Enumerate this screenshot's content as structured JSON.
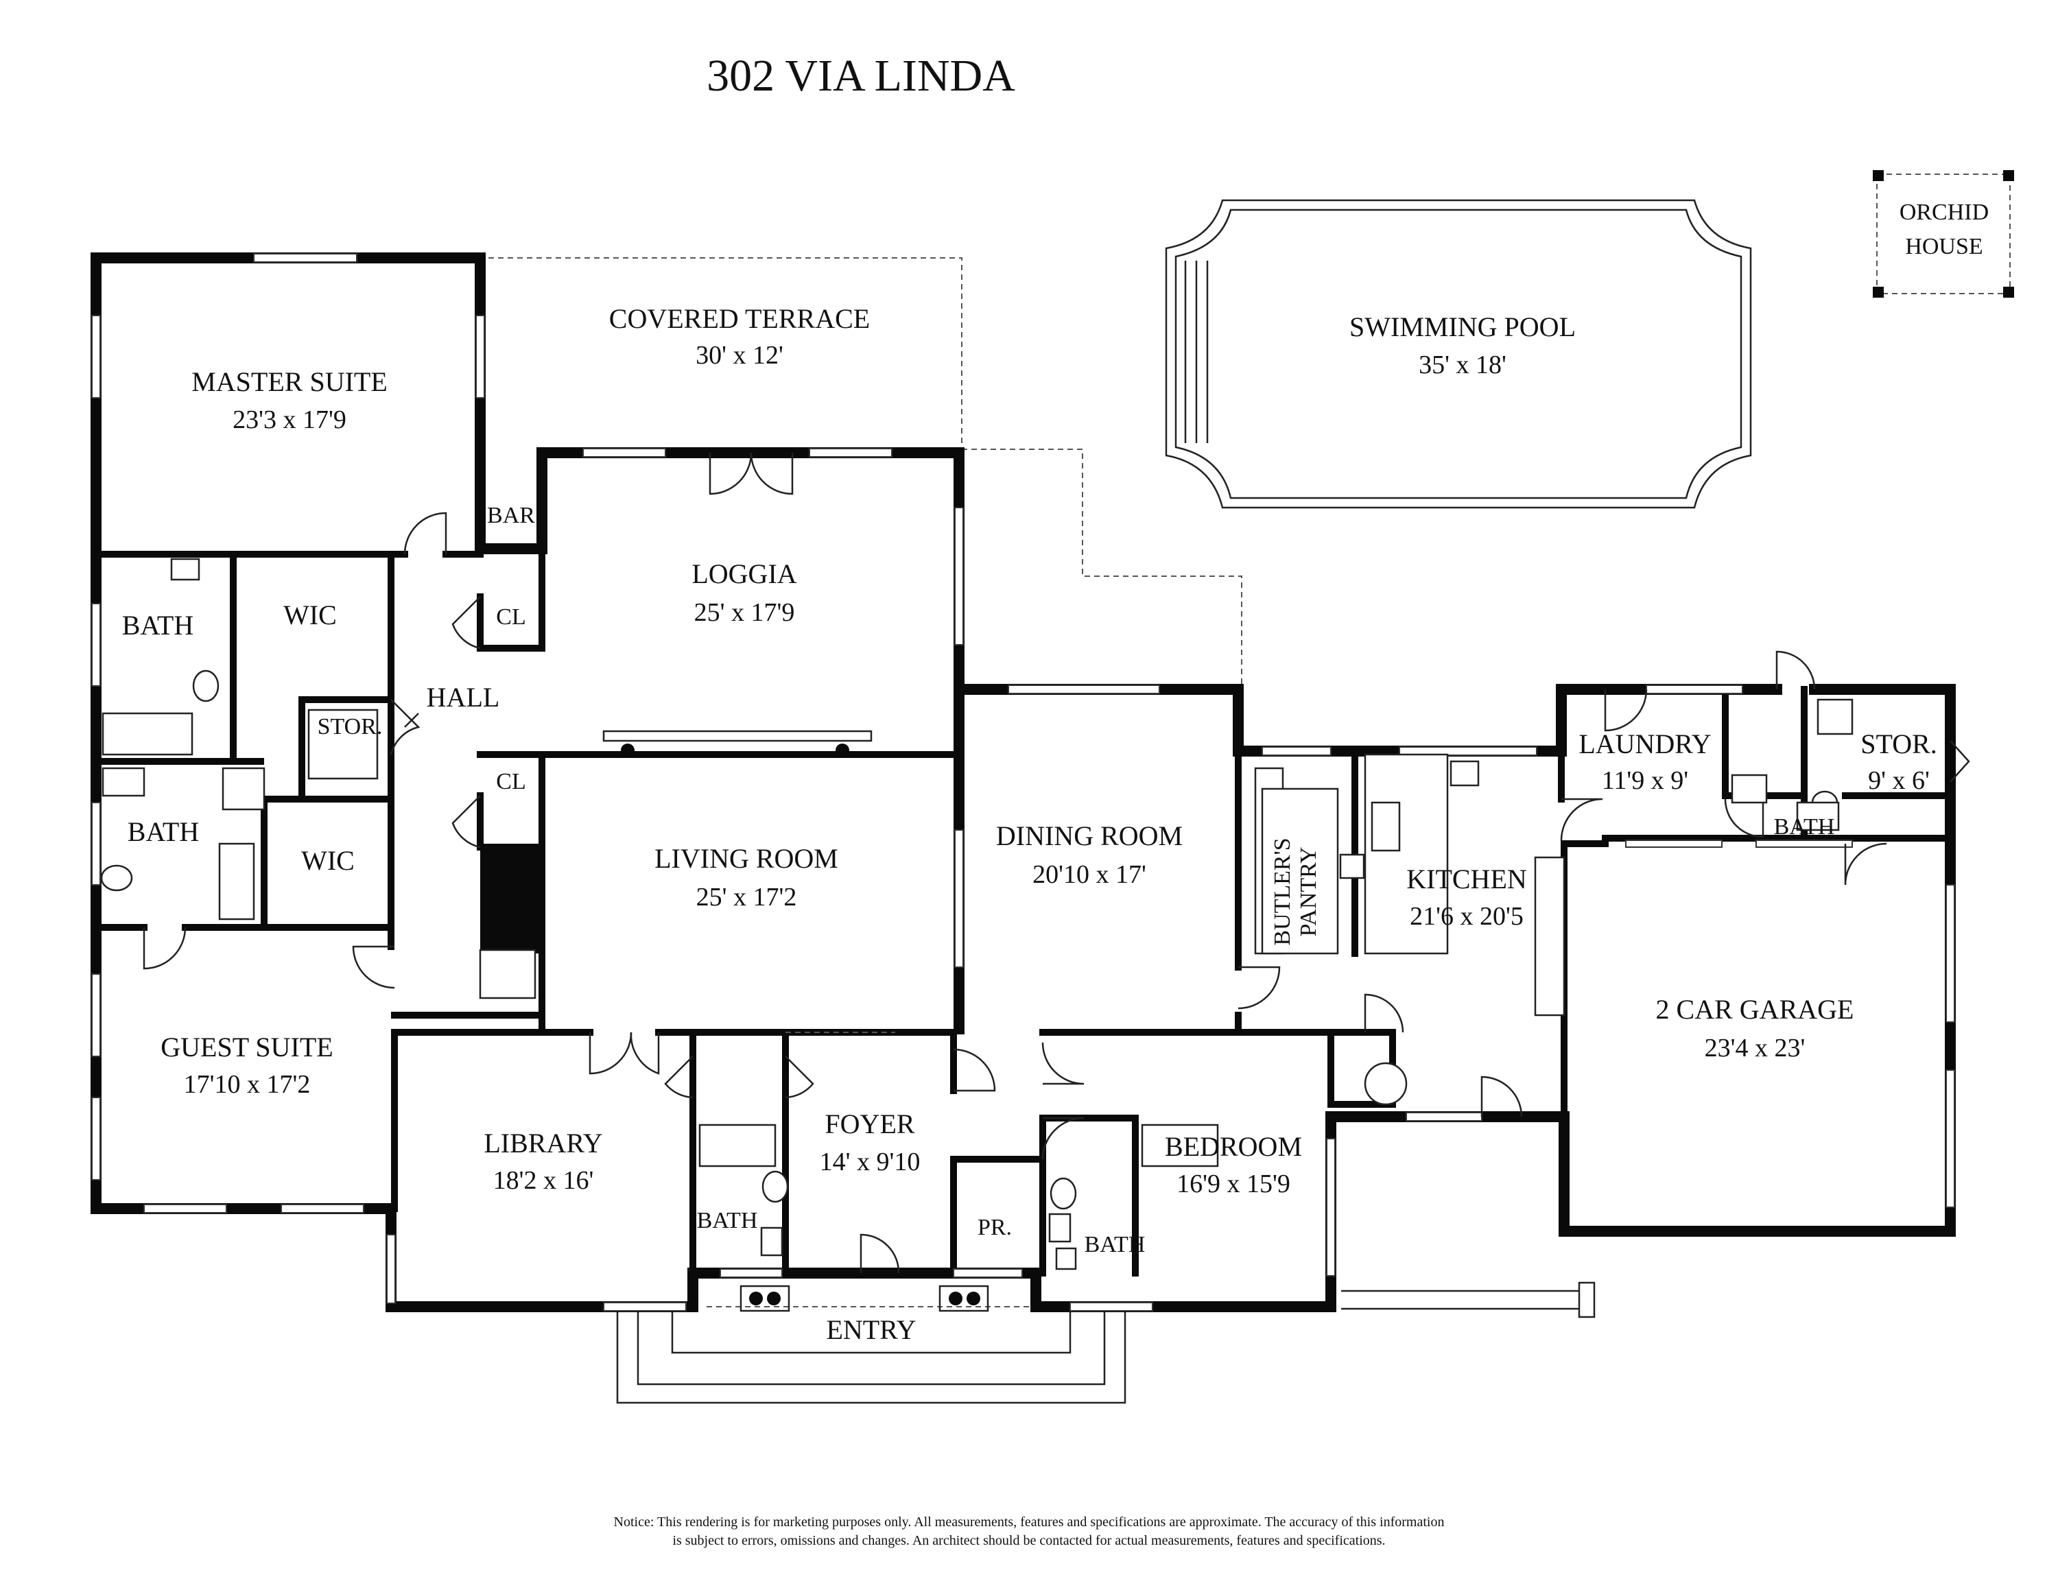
{
  "title": "302 VIA LINDA",
  "rooms": {
    "master_suite": {
      "name": "MASTER SUITE",
      "dims": "23'3 x 17'9"
    },
    "covered_terrace": {
      "name": "COVERED TERRACE",
      "dims": "30' x 12'"
    },
    "swimming_pool": {
      "name": "SWIMMING POOL",
      "dims": "35' x 18'"
    },
    "orchid_house": {
      "line1": "ORCHID",
      "line2": "HOUSE"
    },
    "bar": {
      "name": "BAR"
    },
    "loggia": {
      "name": "LOGGIA",
      "dims": "25' x 17'9"
    },
    "cl_upper": {
      "name": "CL"
    },
    "cl_lower": {
      "name": "CL"
    },
    "bath_master": {
      "name": "BATH"
    },
    "wic_master": {
      "name": "WIC"
    },
    "hall": {
      "name": "HALL"
    },
    "stor_hall": {
      "name": "STOR."
    },
    "bath_guest": {
      "name": "BATH"
    },
    "wic_guest": {
      "name": "WIC"
    },
    "living_room": {
      "name": "LIVING ROOM",
      "dims": "25' x 17'2"
    },
    "dining_room": {
      "name": "DINING ROOM",
      "dims": "20'10 x 17'"
    },
    "butlers_pantry": {
      "line1": "BUTLER'S",
      "line2": "PANTRY"
    },
    "kitchen": {
      "name": "KITCHEN",
      "dims": "21'6 x 20'5"
    },
    "laundry": {
      "name": "LAUNDRY",
      "dims": "11'9 x 9'"
    },
    "stor_garage": {
      "name": "STOR.",
      "dims": "9' x 6'"
    },
    "bath_laundry": {
      "name": "BATH"
    },
    "garage": {
      "name": "2 CAR GARAGE",
      "dims": "23'4 x 23'"
    },
    "guest_suite": {
      "name": "GUEST SUITE",
      "dims": "17'10 x 17'2"
    },
    "library": {
      "name": "LIBRARY",
      "dims": "18'2 x 16'"
    },
    "bath_library": {
      "name": "BATH"
    },
    "foyer": {
      "name": "FOYER",
      "dims": "14' x 9'10"
    },
    "powder": {
      "name": "PR."
    },
    "bath_bedroom": {
      "name": "BATH"
    },
    "bedroom": {
      "name": "BEDROOM",
      "dims": "16'9 x 15'9"
    },
    "entry": {
      "name": "ENTRY"
    }
  },
  "notice": {
    "line1": "Notice: This rendering is for marketing purposes only. All measurements, features and specifications are approximate. The accuracy of this information",
    "line2": "is subject to errors, omissions and changes. An architect should be contacted for actual measurements, features and specifications."
  }
}
